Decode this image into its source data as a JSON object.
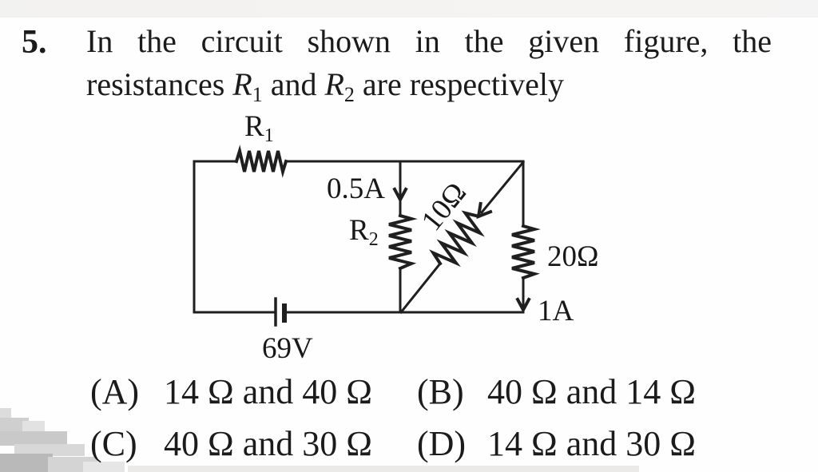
{
  "question": {
    "number": "5.",
    "line1": "In the circuit shown in the given figure, the",
    "line2": {
      "pre": "resistances ",
      "r_base": "R",
      "r1_sub": "1",
      "mid": " and ",
      "r2_base": "R",
      "r2_sub": "2",
      "post": " are respectively"
    }
  },
  "circuit": {
    "labels": {
      "r1_base": "R",
      "r1_sub": "1",
      "current_middle": "0.5A",
      "r2_base": "R",
      "r2_sub": "2",
      "diagonal_resistor": "10Ω",
      "right_resistor": "20Ω",
      "current_right": "1A",
      "battery_voltage": "69V"
    },
    "ink_color": "#1f1f1f"
  },
  "options": [
    {
      "label": "(A)",
      "text": "14 Ω and 40 Ω"
    },
    {
      "label": "(B)",
      "text": "40 Ω and 14 Ω"
    },
    {
      "label": "(C)",
      "text": "40 Ω and 30 Ω"
    },
    {
      "label": "(D)",
      "text": "14 Ω and 30 Ω"
    }
  ]
}
